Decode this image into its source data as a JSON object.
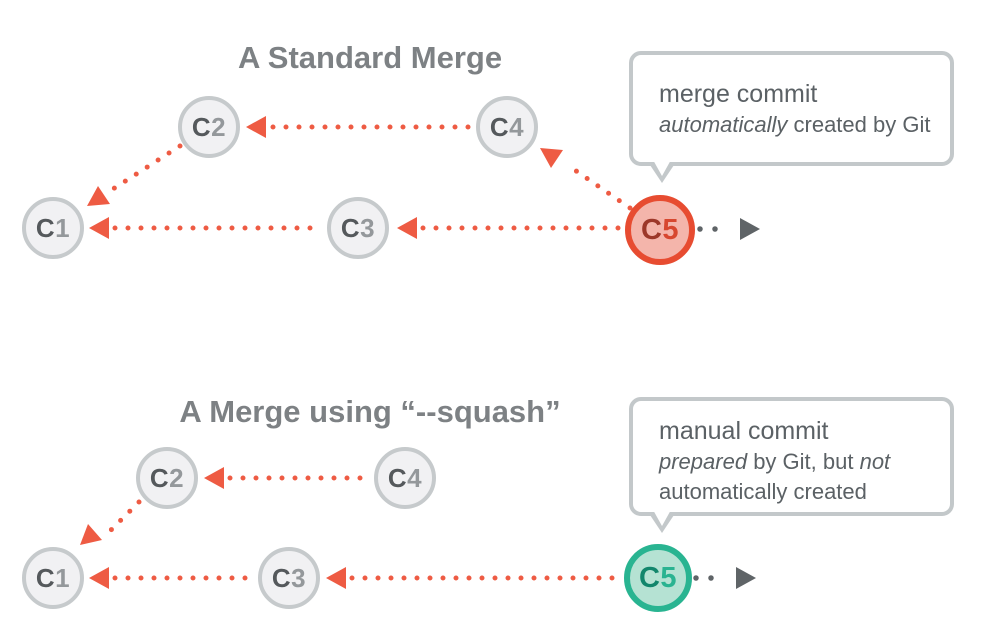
{
  "top": {
    "title": "A Standard Merge",
    "bubble": {
      "line1": "merge commit",
      "line2_italic": "automatically",
      "line2_rest": " created by Git"
    },
    "nodes": {
      "c1": {
        "letter": "C",
        "digit": "1"
      },
      "c2": {
        "letter": "C",
        "digit": "2"
      },
      "c3": {
        "letter": "C",
        "digit": "3"
      },
      "c4": {
        "letter": "C",
        "digit": "4"
      },
      "c5": {
        "letter": "C",
        "digit": "5"
      }
    }
  },
  "bottom": {
    "title": "A Merge using “--squash”",
    "bubble": {
      "line1": "manual commit",
      "line2_italic1": "prepared",
      "line2_mid": " by Git, but ",
      "line2_italic2": "not",
      "line3": "automatically created"
    },
    "nodes": {
      "c1": {
        "letter": "C",
        "digit": "1"
      },
      "c2": {
        "letter": "C",
        "digit": "2"
      },
      "c3": {
        "letter": "C",
        "digit": "3"
      },
      "c4": {
        "letter": "C",
        "digit": "4"
      },
      "c5": {
        "letter": "C",
        "digit": "5"
      }
    }
  },
  "colors": {
    "arrow_red": "#ee5b43",
    "arrow_gray": "#5f6467",
    "node_fill": "#f1f1f3",
    "node_border": "#c6cacc",
    "node_letter": "#55595c",
    "node_digit": "#94989b",
    "merge_node_border": "#e74c31",
    "merge_node_fill": "#f4b5ab",
    "merge_node_letter": "#9c382a",
    "merge_node_digit": "#d7472f",
    "squash_node_border": "#29b491",
    "squash_node_fill": "#b5e2d3",
    "squash_node_letter": "#12866c",
    "squash_node_digit": "#2ab391",
    "bubble_border": "#c3c8ca",
    "bubble_text": "#5b6165",
    "title_text": "#7d8184"
  }
}
